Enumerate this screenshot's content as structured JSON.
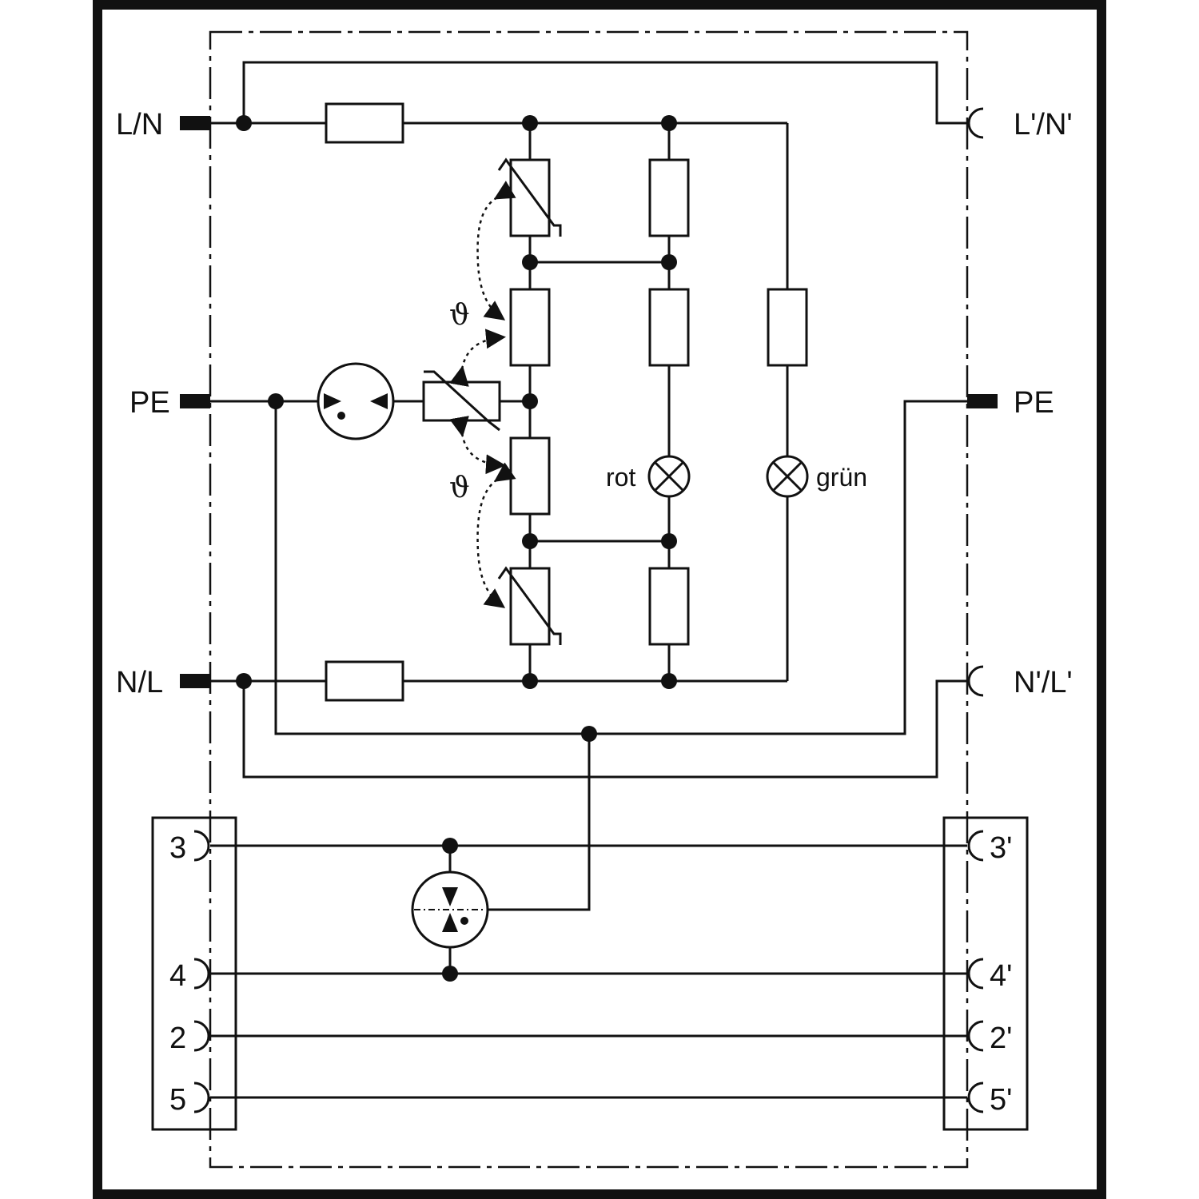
{
  "terminals": {
    "left_top": "L/N",
    "left_mid": "PE",
    "left_bottom": "N/L",
    "right_top": "L'/N'",
    "right_mid": "PE",
    "right_bottom": "N'/L'"
  },
  "lamps": {
    "red": "rot",
    "green": "grün"
  },
  "thermal_symbol": "ϑ",
  "signal_terminals": {
    "left": [
      "3",
      "4",
      "2",
      "5"
    ],
    "right": [
      "3'",
      "4'",
      "2'",
      "5'"
    ]
  },
  "colors": {
    "line": "#111111",
    "frame": "#111111",
    "background": "#ffffff"
  }
}
